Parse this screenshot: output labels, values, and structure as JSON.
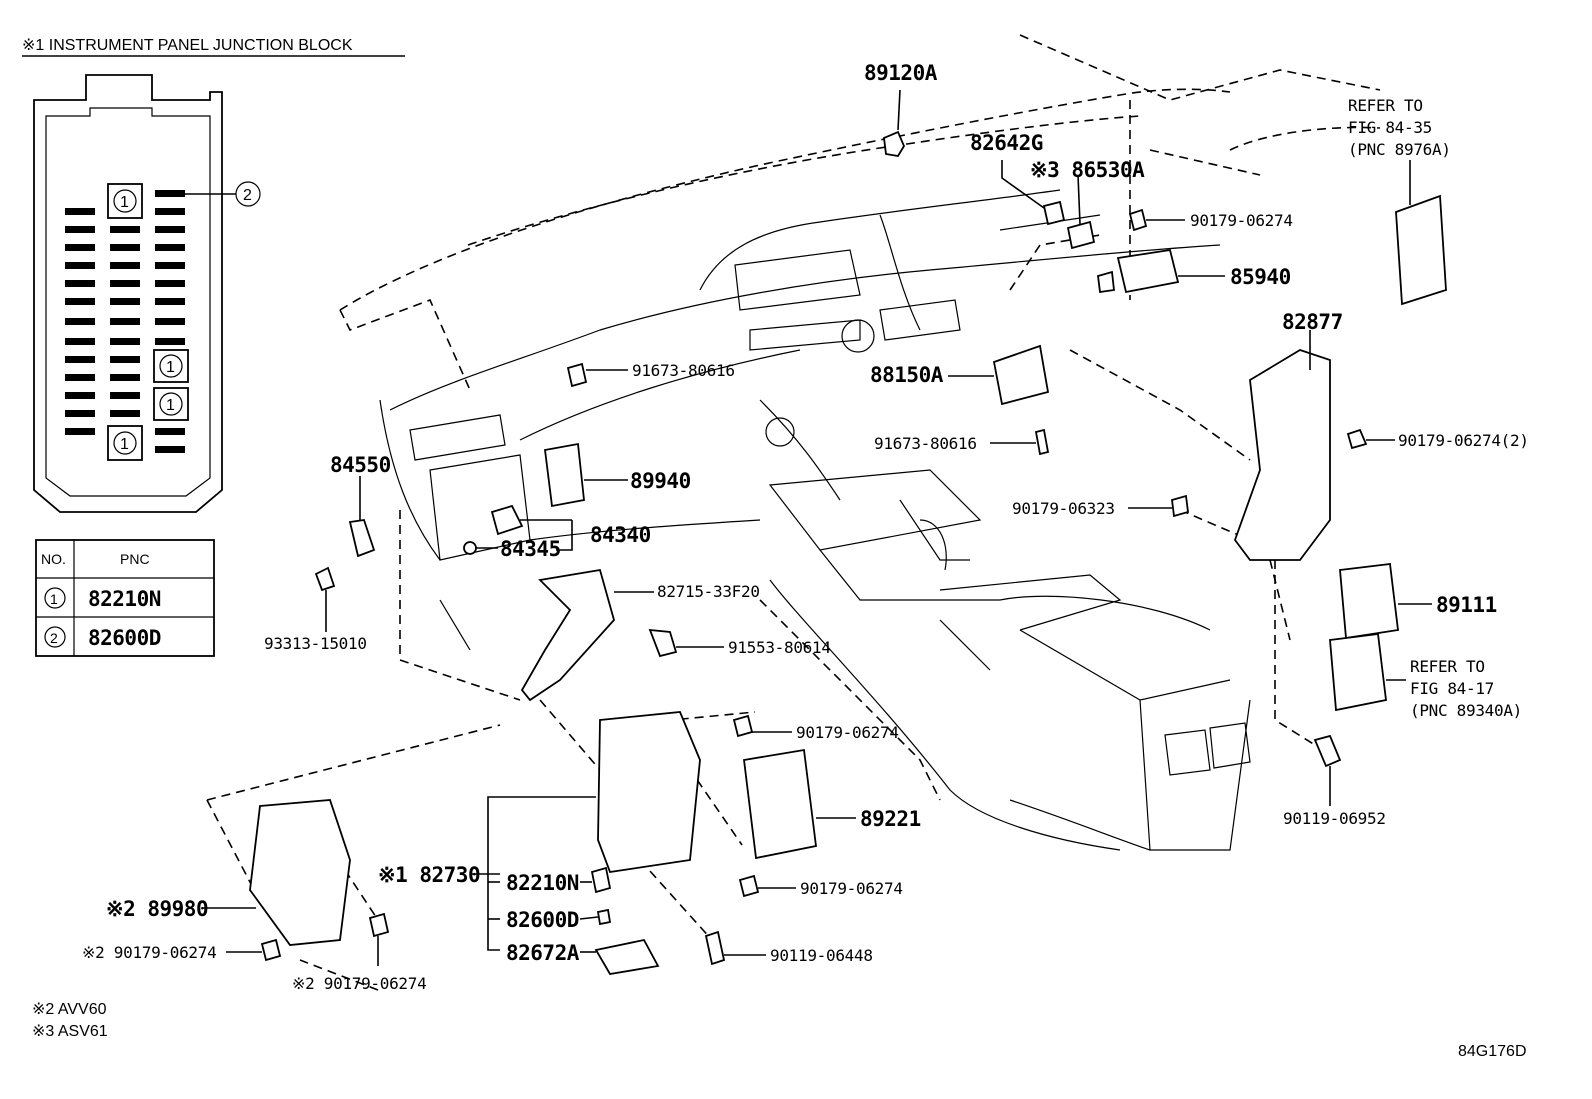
{
  "junction_block": {
    "title": "※1 INSTRUMENT PANEL JUNCTION BLOCK",
    "markers": [
      "1",
      "1",
      "1",
      "1",
      "2"
    ]
  },
  "pnc_table": {
    "headers": [
      "NO.",
      "PNC"
    ],
    "rows": [
      {
        "no": "1",
        "pnc": "82210N"
      },
      {
        "no": "2",
        "pnc": "82600D"
      }
    ]
  },
  "callouts": {
    "p89120A": "89120A",
    "p82642G": "82642G",
    "p86530A": "※3 86530A",
    "p90179_top": "90179-06274",
    "p85940": "85940",
    "p91673_a": "91673-80616",
    "p88150A": "88150A",
    "p91673_b": "91673-80616",
    "p84550": "84550",
    "p89940": "89940",
    "p84340": "84340",
    "p84345": "84345",
    "p82715": "82715-33F20",
    "p93313": "93313-15010",
    "p91553": "91553-80614",
    "p82877": "82877",
    "p90179_2": "90179-06274(2)",
    "p90179_06323": "90179-06323",
    "p89111": "89111",
    "p90119_06952": "90119-06952",
    "p90179_mid": "90179-06274",
    "p89221": "89221",
    "p90179_low": "90179-06274",
    "p82730": "※1 82730",
    "p82210N": "82210N",
    "p82600D": "82600D",
    "p82672A": "82672A",
    "p90119_06448": "90119-06448",
    "p89980": "※2 89980",
    "p90179_s2a": "※2 90179-06274",
    "p90179_s2b": "※2 90179-06274"
  },
  "refer_notes": {
    "top": [
      "REFER TO",
      "FIG 84-35",
      "(PNC 8976A)"
    ],
    "right": [
      "REFER TO",
      "FIG 84-17",
      "(PNC 89340A)"
    ]
  },
  "footnotes": [
    "※2 AVV60",
    "※3 ASV61"
  ],
  "figure_id": "84G176D"
}
